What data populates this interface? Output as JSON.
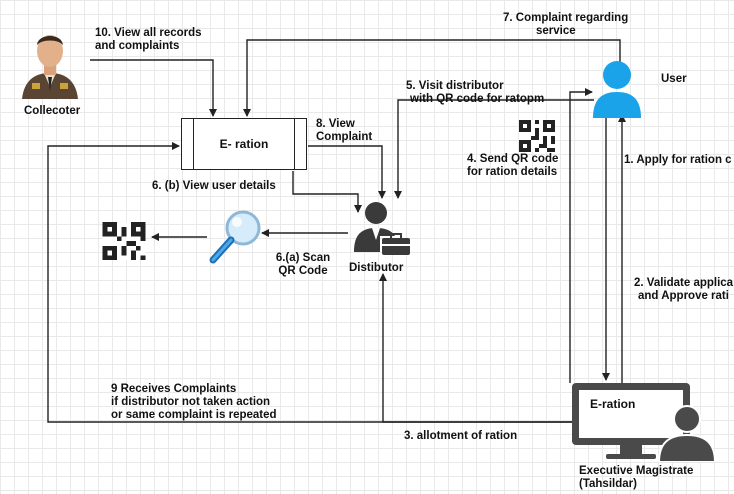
{
  "nodes": {
    "collector_label": "Collecoter",
    "eration_box_label": "E- ration",
    "user_label": "User",
    "distributor_label": "Distibutor",
    "monitor_label": "E-ration",
    "magistrate_label_1": "Executive Magistrate",
    "magistrate_label_2": "(Tahsildar)"
  },
  "edges": {
    "e10_line1": "10. View all records",
    "e10_line2": "and complaints",
    "e7_line1": "7. Complaint regarding",
    "e7_line2": "service",
    "e5_line1": "5. Visit distributor",
    "e5_line2": "with QR code for ratopm",
    "e8_line1": "8. View",
    "e8_line2": "Complaint",
    "e4_line1": "4. Send QR code",
    "e4_line2": "for ration details",
    "e1": "1. Apply for ration c",
    "e6b": "6. (b) View user details",
    "e6a_line1": "6.(a) Scan",
    "e6a_line2": "QR Code",
    "e2_line1": "2. Validate applica",
    "e2_line2": "and Approve rati",
    "e9_line1": "9 Receives Complaints",
    "e9_line2": "if distributor not taken action",
    "e9_line3": "or same complaint is repeated",
    "e3": "3. allotment of ration"
  },
  "icons": {
    "collector": "police-officer-icon",
    "user": "user-avatar-icon",
    "distributor": "businessman-briefcase-icon",
    "magnifier": "magnifying-glass-icon",
    "qr1": "qr-code-icon",
    "qr2": "qr-code-icon",
    "monitor": "computer-monitor-icon",
    "magistrate": "person-avatar-icon"
  },
  "colors": {
    "user_blue": "#1aa3e8",
    "line": "#222222",
    "dark_gray": "#3a3a3a",
    "monitor_gray": "#4a4a4a"
  }
}
